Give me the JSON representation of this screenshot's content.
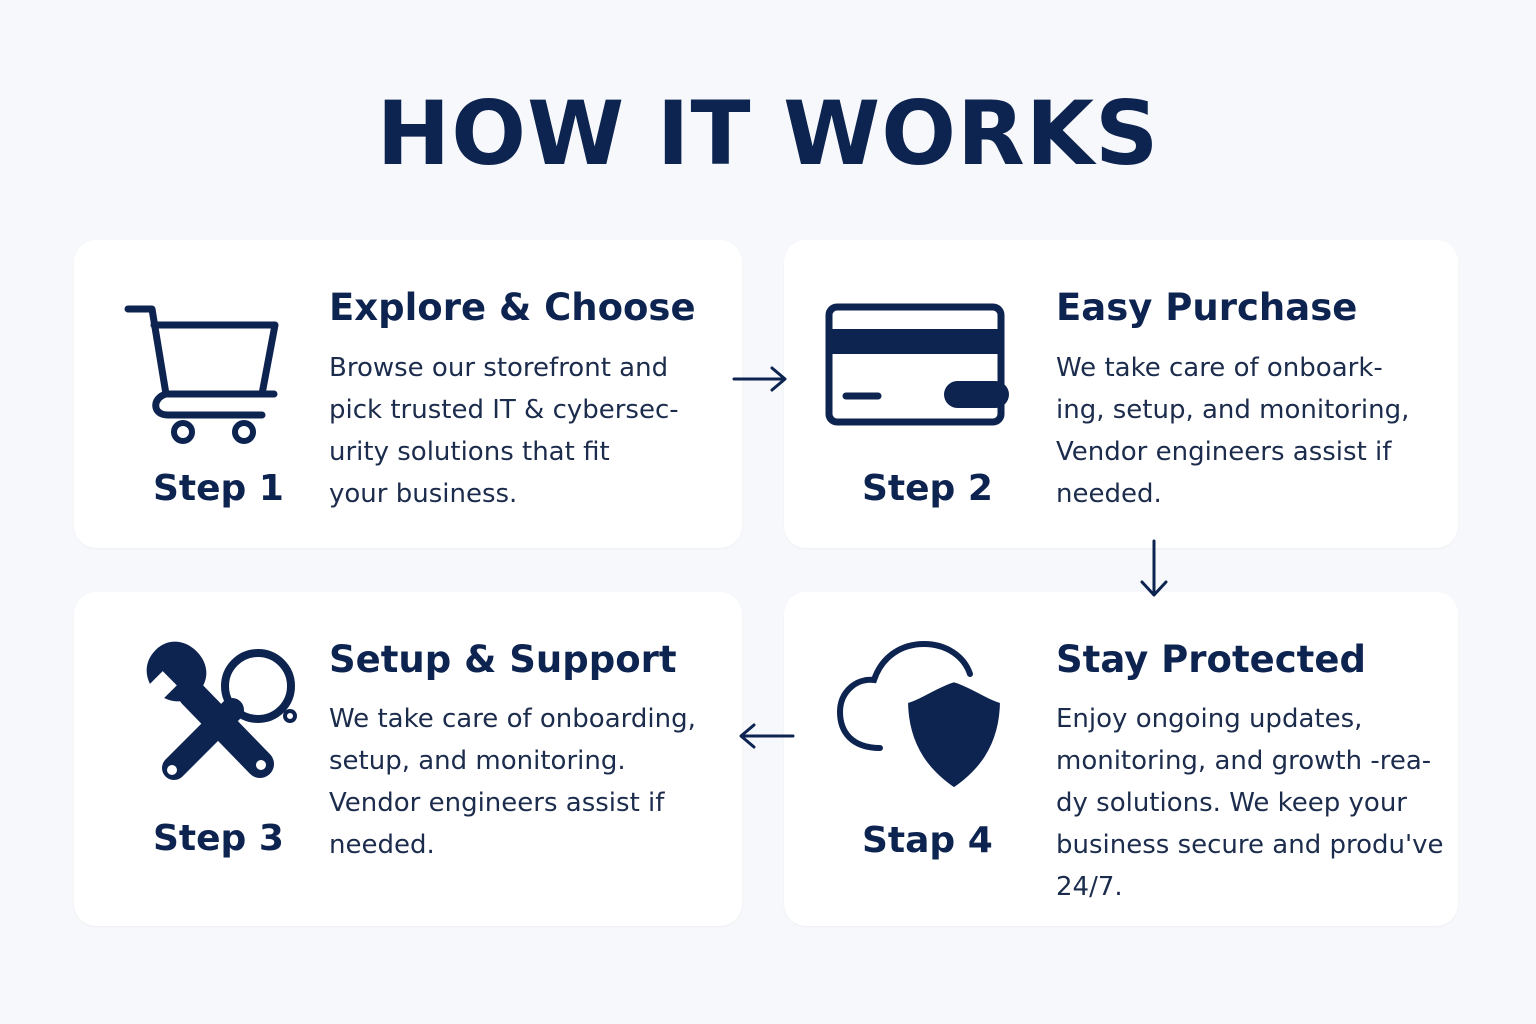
{
  "page": {
    "title": "HOW IT WORKS"
  },
  "colors": {
    "background": "#f6f8fb",
    "card": "#ffffff",
    "navy": "#0d2350",
    "text": "#1c2c4c"
  },
  "steps": [
    {
      "step_label": "Step 1",
      "title": "Explore & Choose",
      "icon": "shopping-cart-icon",
      "description_lines": [
        "Browse our storefront and",
        "pick trusted IT & cybersec-",
        "urity solutions that fit",
        "your business."
      ]
    },
    {
      "step_label": "Step 2",
      "title": "Easy Purchase",
      "icon": "credit-card-icon",
      "description_lines": [
        "We take care of onboark-",
        "ing, setup, and monitoring,",
        "Vendor engineers assist if",
        "needed."
      ]
    },
    {
      "step_label": "Step 3",
      "title": "Setup & Support",
      "icon": "wrench-magnifier-icon",
      "description_lines": [
        "We take care of onboarding,",
        "setup, and monitoring.",
        "Vendor engineers assist if",
        "needed."
      ]
    },
    {
      "step_label": "Stap 4",
      "title": "Stay Protected",
      "icon": "cloud-shield-icon",
      "description_lines": [
        "Enjoy ongoing updates,",
        "monitoring, and growth -rea-",
        "dy solutions. We keep your",
        "business secure and produ've",
        "24/7."
      ]
    }
  ],
  "connectors": [
    {
      "name": "arrow-right-icon",
      "from": "Step 1",
      "to": "Step 2"
    },
    {
      "name": "arrow-down-icon",
      "from": "Step 2",
      "to": "Stap 4"
    },
    {
      "name": "arrow-left-icon",
      "from": "Stap 4",
      "to": "Step 3"
    }
  ]
}
